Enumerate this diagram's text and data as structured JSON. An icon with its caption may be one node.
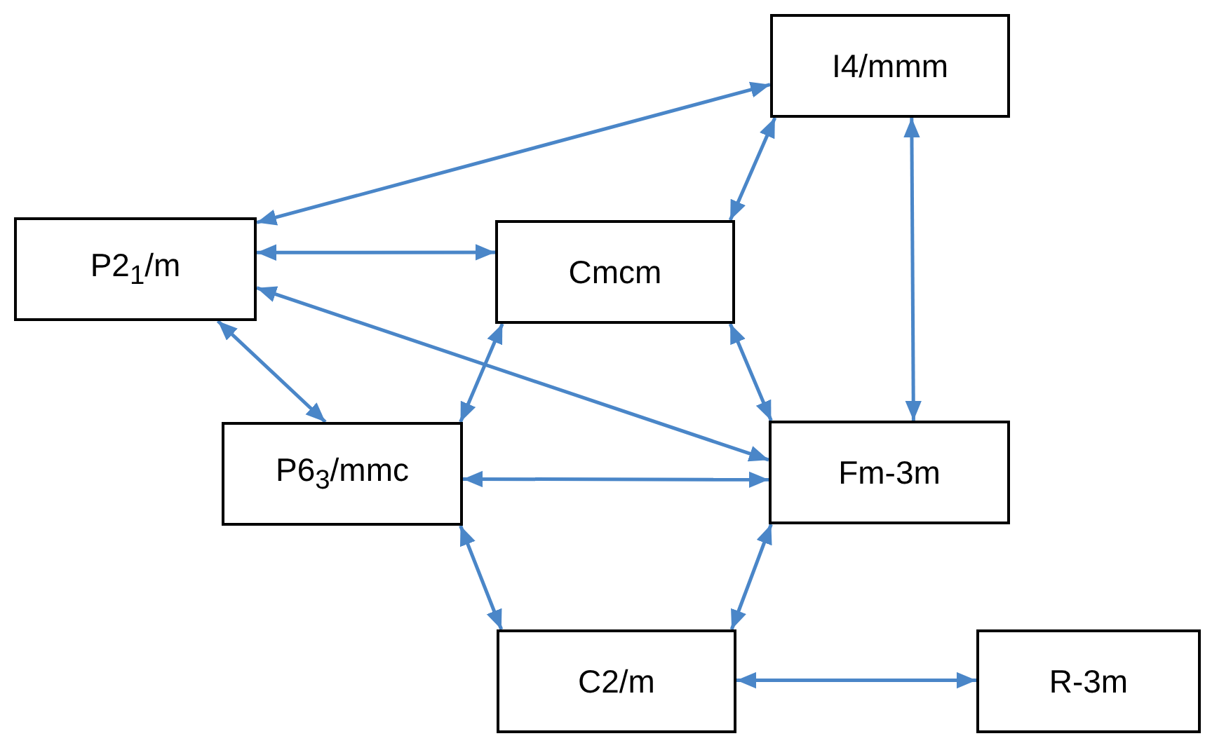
{
  "diagram": {
    "nodes": [
      {
        "text": [
          "I4/mmm"
        ]
      },
      {
        "text": [
          "P2$_{1}$/m"
        ]
      },
      {
        "text": [
          "Cmcm"
        ]
      },
      {
        "text": [
          "P6$_{3}$/mmc"
        ]
      },
      {
        "text": [
          "Fm-3m"
        ]
      },
      {
        "text": [
          "C2/m"
        ]
      },
      {
        "text": [
          "R-3m"
        ]
      }
    ],
    "edges": [
      {
        "from": 0,
        "to": 1,
        "arrow": "both"
      },
      {
        "from": 1,
        "to": 2,
        "arrow": "both"
      },
      {
        "from": 0,
        "to": 2,
        "arrow": "both"
      },
      {
        "from": 0,
        "to": 4,
        "arrow": "both"
      },
      {
        "from": 1,
        "to": 3,
        "arrow": "both"
      },
      {
        "from": 1,
        "to": 4,
        "arrow": "both"
      },
      {
        "from": 2,
        "to": 3,
        "arrow": "both"
      },
      {
        "from": 2,
        "to": 4,
        "arrow": "both"
      },
      {
        "from": 3,
        "to": 4,
        "arrow": "both"
      },
      {
        "from": 3,
        "to": 5,
        "arrow": "both"
      },
      {
        "from": 4,
        "to": 5,
        "arrow": "both"
      },
      {
        "from": 5,
        "to": 6,
        "arrow": "both"
      }
    ]
  }
}
